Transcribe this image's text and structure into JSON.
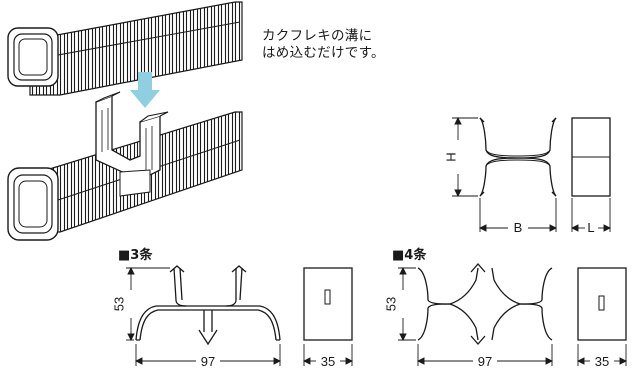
{
  "caption": {
    "line1": "カクフレキの溝に",
    "line2": "はめ込むだけです。"
  },
  "generic": {
    "dim_height": "H",
    "dim_width": "B",
    "dim_length": "L"
  },
  "variant_3": {
    "title": "■3条",
    "height": "53",
    "width": "97",
    "length": "35"
  },
  "variant_4": {
    "title": "■4条",
    "height": "53",
    "width": "97",
    "length": "35"
  },
  "colors": {
    "line": "#1a1a1a",
    "arrow": "#8fcfe0",
    "fill": "#ffffff"
  }
}
